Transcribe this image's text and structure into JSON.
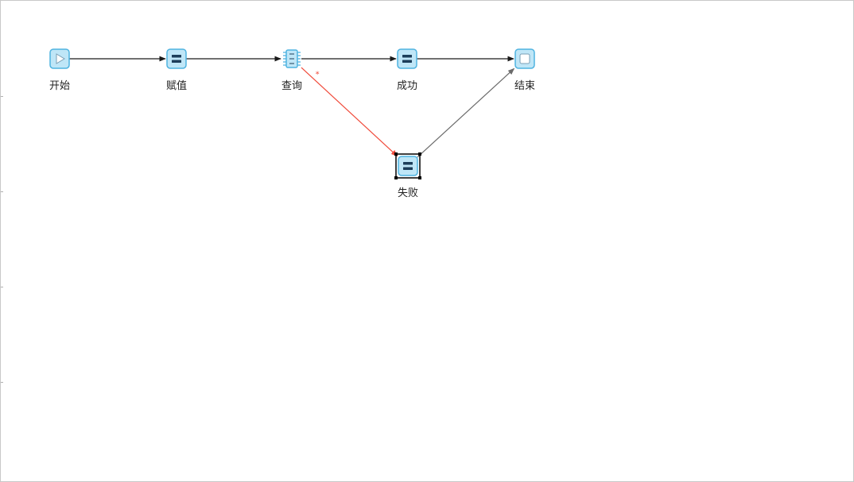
{
  "diagram": {
    "nodes": [
      {
        "id": "start",
        "label": "开始",
        "icon": "start-play-icon"
      },
      {
        "id": "assign",
        "label": "赋值",
        "icon": "assign-equals-icon"
      },
      {
        "id": "query",
        "label": "查询",
        "icon": "query-chip-icon"
      },
      {
        "id": "success",
        "label": "成功",
        "icon": "assign-equals-icon"
      },
      {
        "id": "end",
        "label": "结束",
        "icon": "end-stop-icon"
      },
      {
        "id": "fail",
        "label": "失败",
        "icon": "assign-equals-icon",
        "selected": true
      }
    ],
    "edges": [
      {
        "from": "start",
        "to": "assign",
        "color": "#1a1a1a"
      },
      {
        "from": "assign",
        "to": "query",
        "color": "#1a1a1a"
      },
      {
        "from": "query",
        "to": "success",
        "color": "#1a1a1a"
      },
      {
        "from": "success",
        "to": "end",
        "color": "#1a1a1a"
      },
      {
        "from": "query",
        "to": "fail",
        "color": "#f04a3a",
        "marker": "*"
      },
      {
        "from": "fail",
        "to": "end",
        "color": "#6a6a6a"
      }
    ]
  },
  "colors": {
    "node_fill": "#bfe6f7",
    "node_stroke": "#4fb3e0",
    "node_inner": "#1c3e5a",
    "selection": "#000000"
  }
}
